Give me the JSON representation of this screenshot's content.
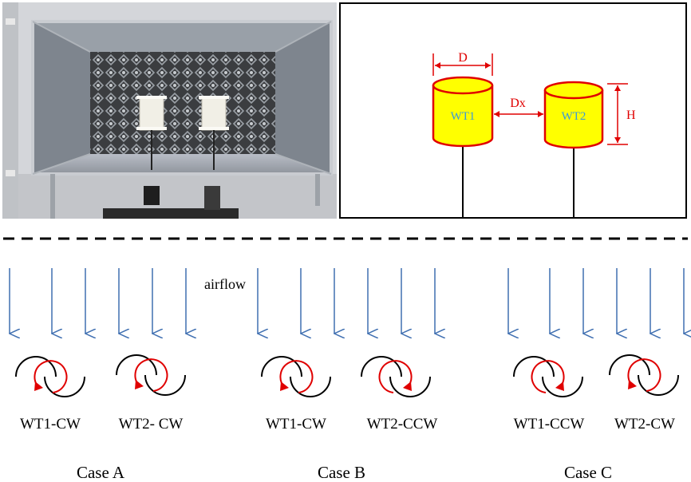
{
  "schematic": {
    "turbine1_label": "WT1",
    "turbine2_label": "WT2",
    "diameter_label": "D",
    "spacing_label": "Dx",
    "height_label": "H"
  },
  "airflow_label": "airflow",
  "cases": [
    {
      "label": "Case A",
      "turbines": [
        "WT1-CW",
        "WT2- CW"
      ]
    },
    {
      "label": "Case B",
      "turbines": [
        "WT1-CW",
        "WT2-CCW"
      ]
    },
    {
      "label": "Case C",
      "turbines": [
        "WT1-CCW",
        "WT2-CW"
      ]
    }
  ],
  "colors": {
    "arrow": "#3f6fb1",
    "rotor_outline": "#000000",
    "rotation_arrow": "#e00000",
    "cylinder_fill": "#ffff00",
    "cylinder_stroke": "#e00000",
    "dimension": "#e00000",
    "turbine_label": "#3b9ad9"
  }
}
